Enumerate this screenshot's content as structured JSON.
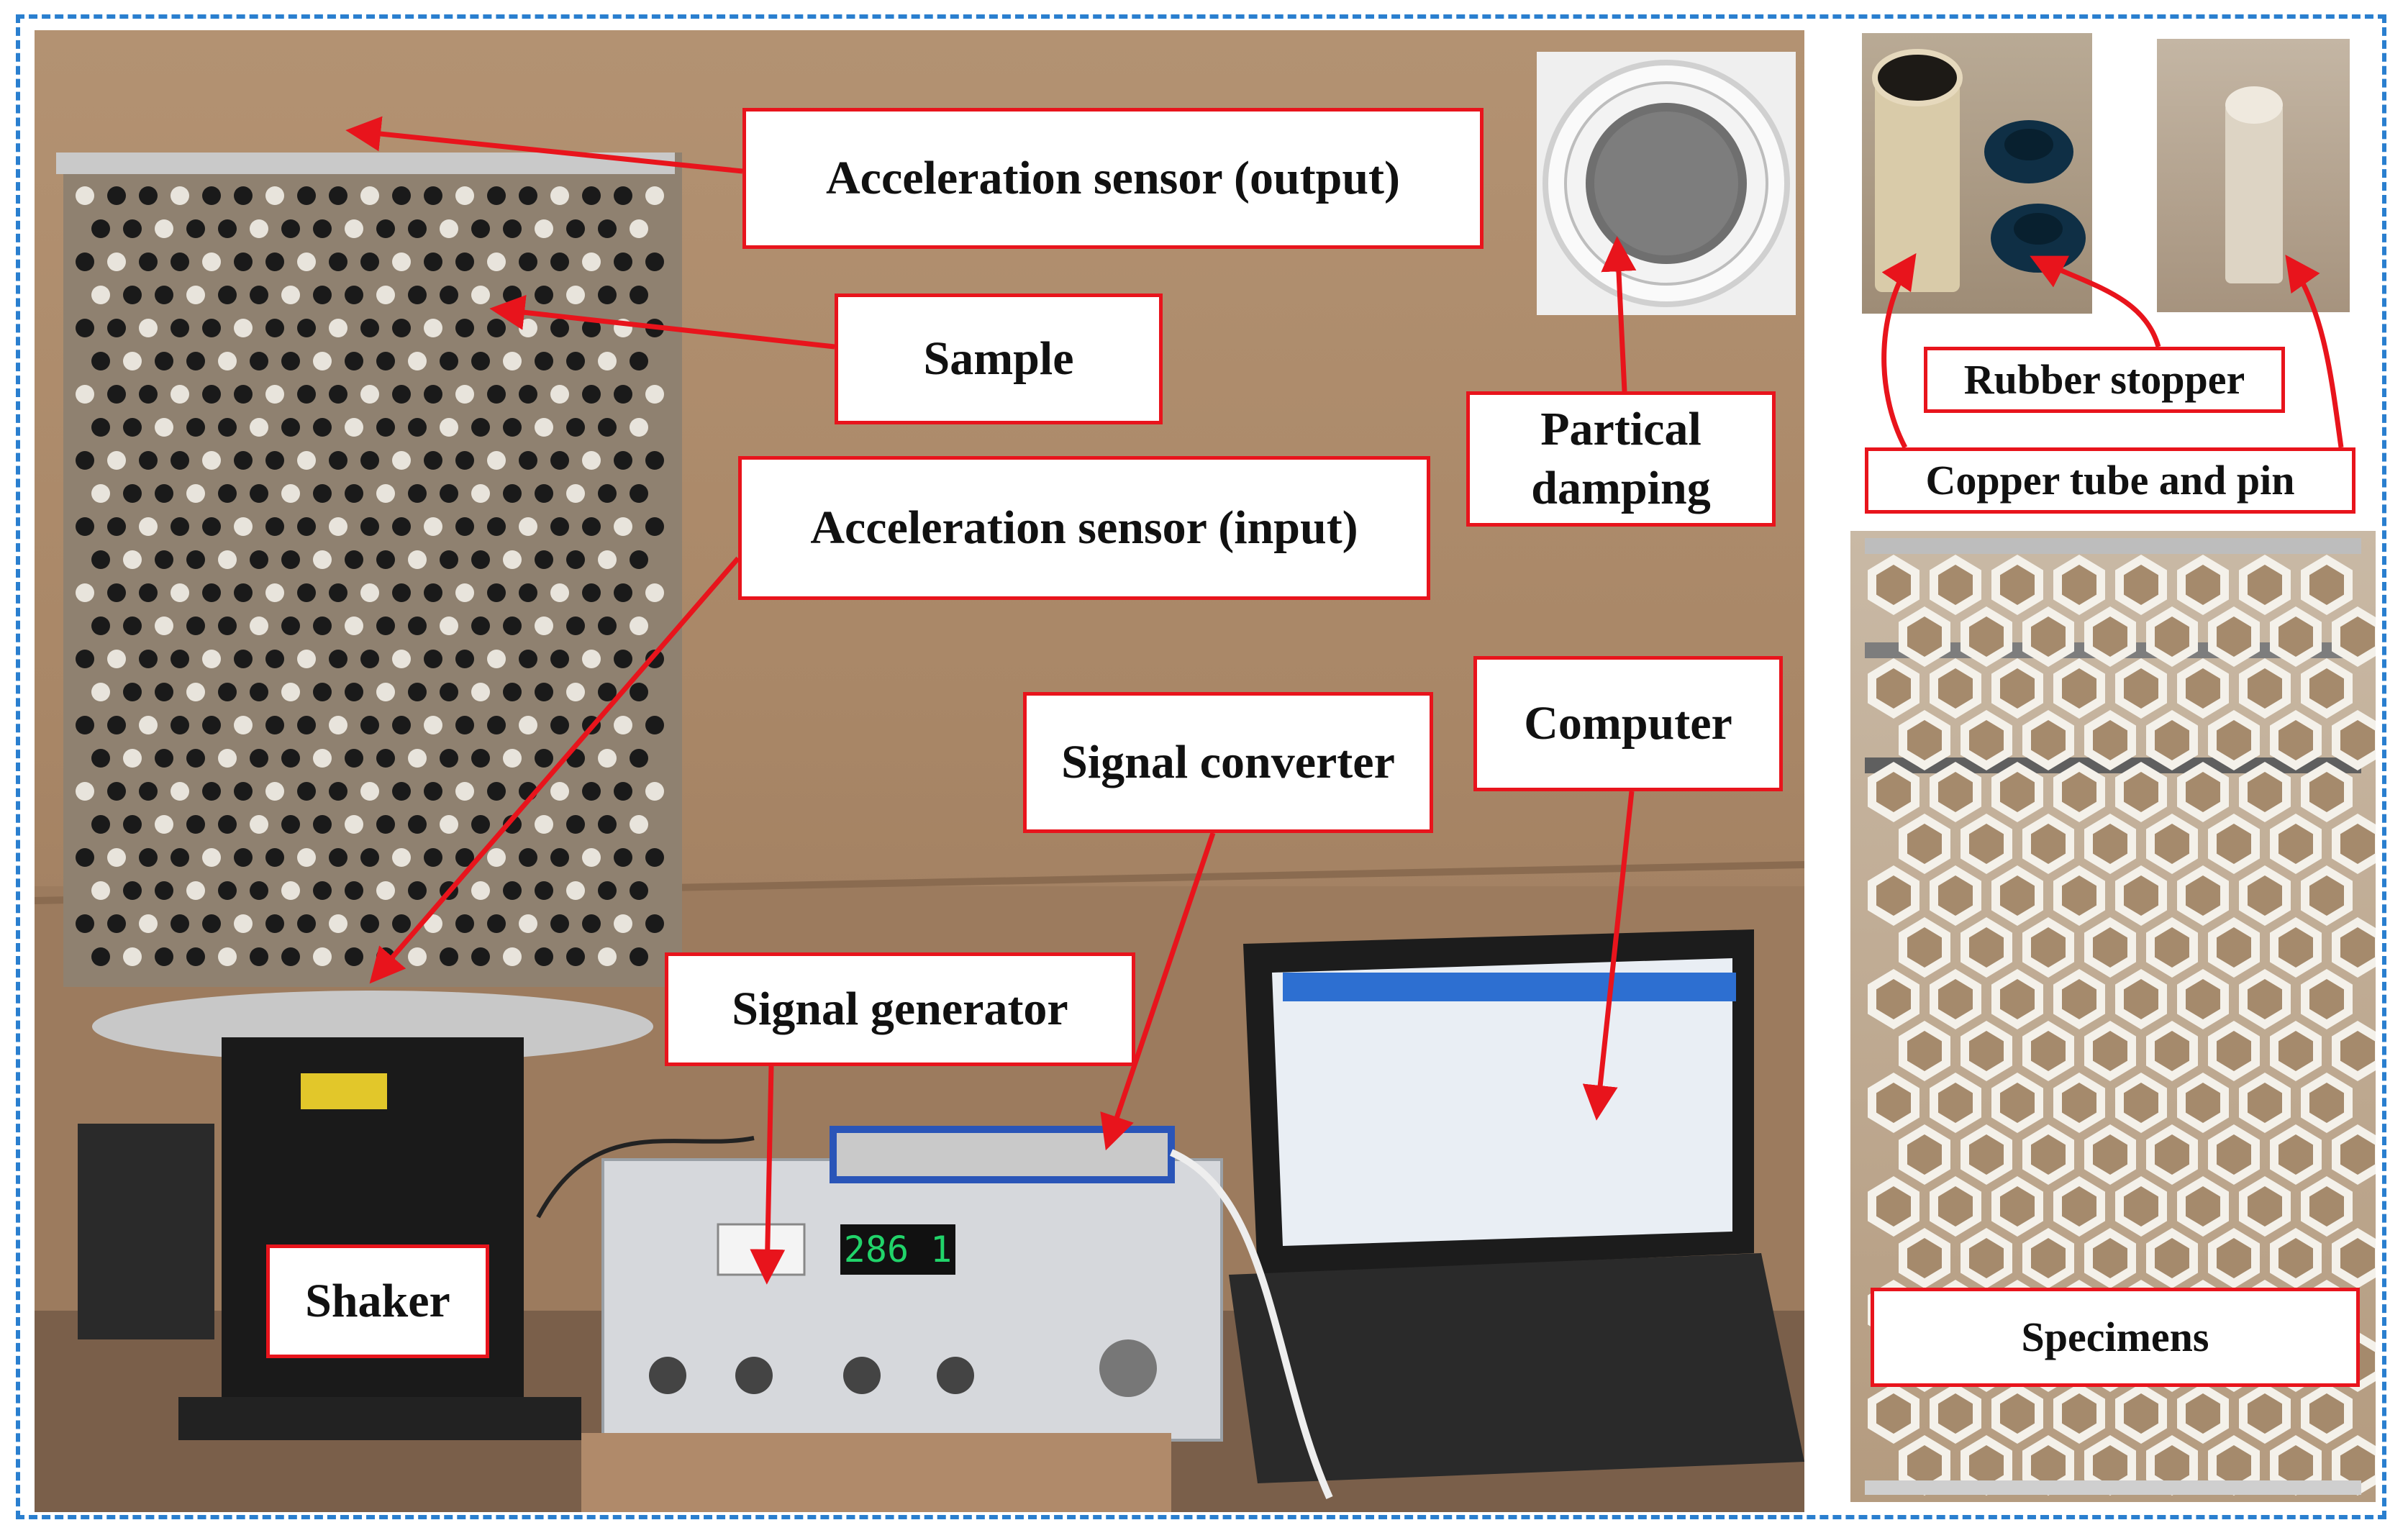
{
  "colors": {
    "frame_border": "#2a7fcf",
    "label_border": "#e8141c",
    "arrow": "#e8141c",
    "label_text": "#111111"
  },
  "labels": {
    "acc_output": "Acceleration sensor (output)",
    "sample": "Sample",
    "acc_input": "Acceleration sensor (input)",
    "partical_damping_line1": "Partical",
    "partical_damping_line2": "damping",
    "signal_converter": "Signal converter",
    "computer": "Computer",
    "signal_generator": "Signal generator",
    "shaker": "Shaker",
    "rubber_stopper": "Rubber stopper",
    "copper_tube_pin": "Copper tube and pin",
    "specimens": "Specimens"
  },
  "device": {
    "generator_display": "286 1"
  }
}
